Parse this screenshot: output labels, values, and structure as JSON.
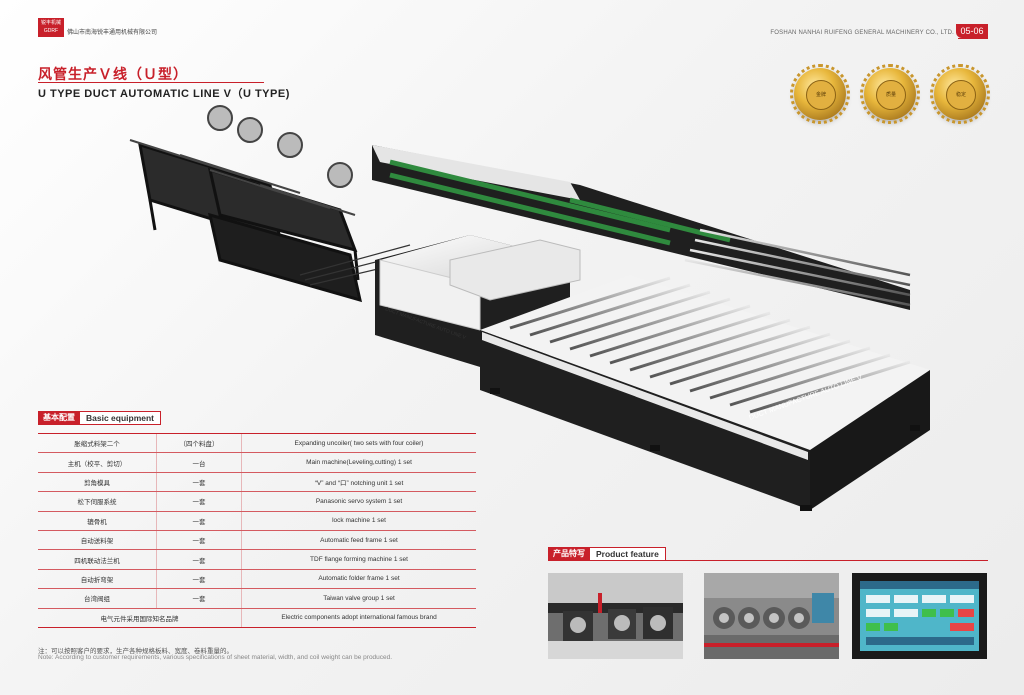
{
  "header": {
    "logo_cn": "锐丰机械",
    "logo_en": "GDRF",
    "company_cn": "佛山市南海锐丰通用机械有限公司",
    "company_en": "FOSHAN NANHAI RUIFENG GENERAL MACHINERY CO., LTD.",
    "page_number": "05-06"
  },
  "title": {
    "cn": "风管生产Ｖ线（Ｕ型）",
    "en": "U TYPE DUCT AUTOMATIC LINE V（U TYPE)"
  },
  "medals": [
    {
      "label": "金牌",
      "icon": "gold-medal-icon"
    },
    {
      "label": "质量",
      "icon": "gold-medal-icon"
    },
    {
      "label": "稳定",
      "icon": "gold-medal-icon"
    }
  ],
  "machine_labels": {
    "panel_small": "DUCT MANUFACTURE AUTO LINE V",
    "panel_large": "DUCT MANUFACTURE AUTO LINE V"
  },
  "basic_equipment": {
    "label_cn": "基本配置",
    "label_en": "Basic equipment",
    "rows": [
      {
        "cn": "胀缩式料架二个",
        "qty": "（四个料盘）",
        "en": "Expanding uncoiler( two sets with four coiler)"
      },
      {
        "cn": "主机（校平、剪切）",
        "qty": "一台",
        "en": "Main machine(Leveling,cutting) 1 set"
      },
      {
        "cn": "剪角模具",
        "qty": "一套",
        "en": "“V” and “口” notching unit 1 set"
      },
      {
        "cn": "松下伺服系统",
        "qty": "一套",
        "en": "Panasonic servo system 1 set"
      },
      {
        "cn": "辘骨机",
        "qty": "一套",
        "en": "lock machine 1 set"
      },
      {
        "cn": "自动送料架",
        "qty": "一套",
        "en": "Automatic feed frame 1 set"
      },
      {
        "cn": "四机联动法兰机",
        "qty": "一套",
        "en": "TDF flange forming machine 1 set"
      },
      {
        "cn": "自动折弯架",
        "qty": "一套",
        "en": "Automatic folder frame 1 set"
      },
      {
        "cn": "台湾阀组",
        "qty": "一套",
        "en": "Taiwan valve group 1 set"
      }
    ],
    "footer_cn": "电气元件采用国际知名品牌",
    "footer_en": "Electric components adopt international famous brand"
  },
  "product_feature": {
    "label_cn": "产品特写",
    "label_en": "Product feature"
  },
  "note": {
    "cn": "注：可以按照客户的要求，生产各种规格板料、宽度、卷料重量的。",
    "en": "Note: According to customer requirements, various specifications of sheet material, width, and coil weight can be produced."
  },
  "colors": {
    "brand_red": "#c8202a",
    "gold": "#e2b040",
    "machine_dark": "#1f1f1f",
    "machine_green": "#2f8a3e",
    "screen_teal": "#4fb6c9"
  }
}
